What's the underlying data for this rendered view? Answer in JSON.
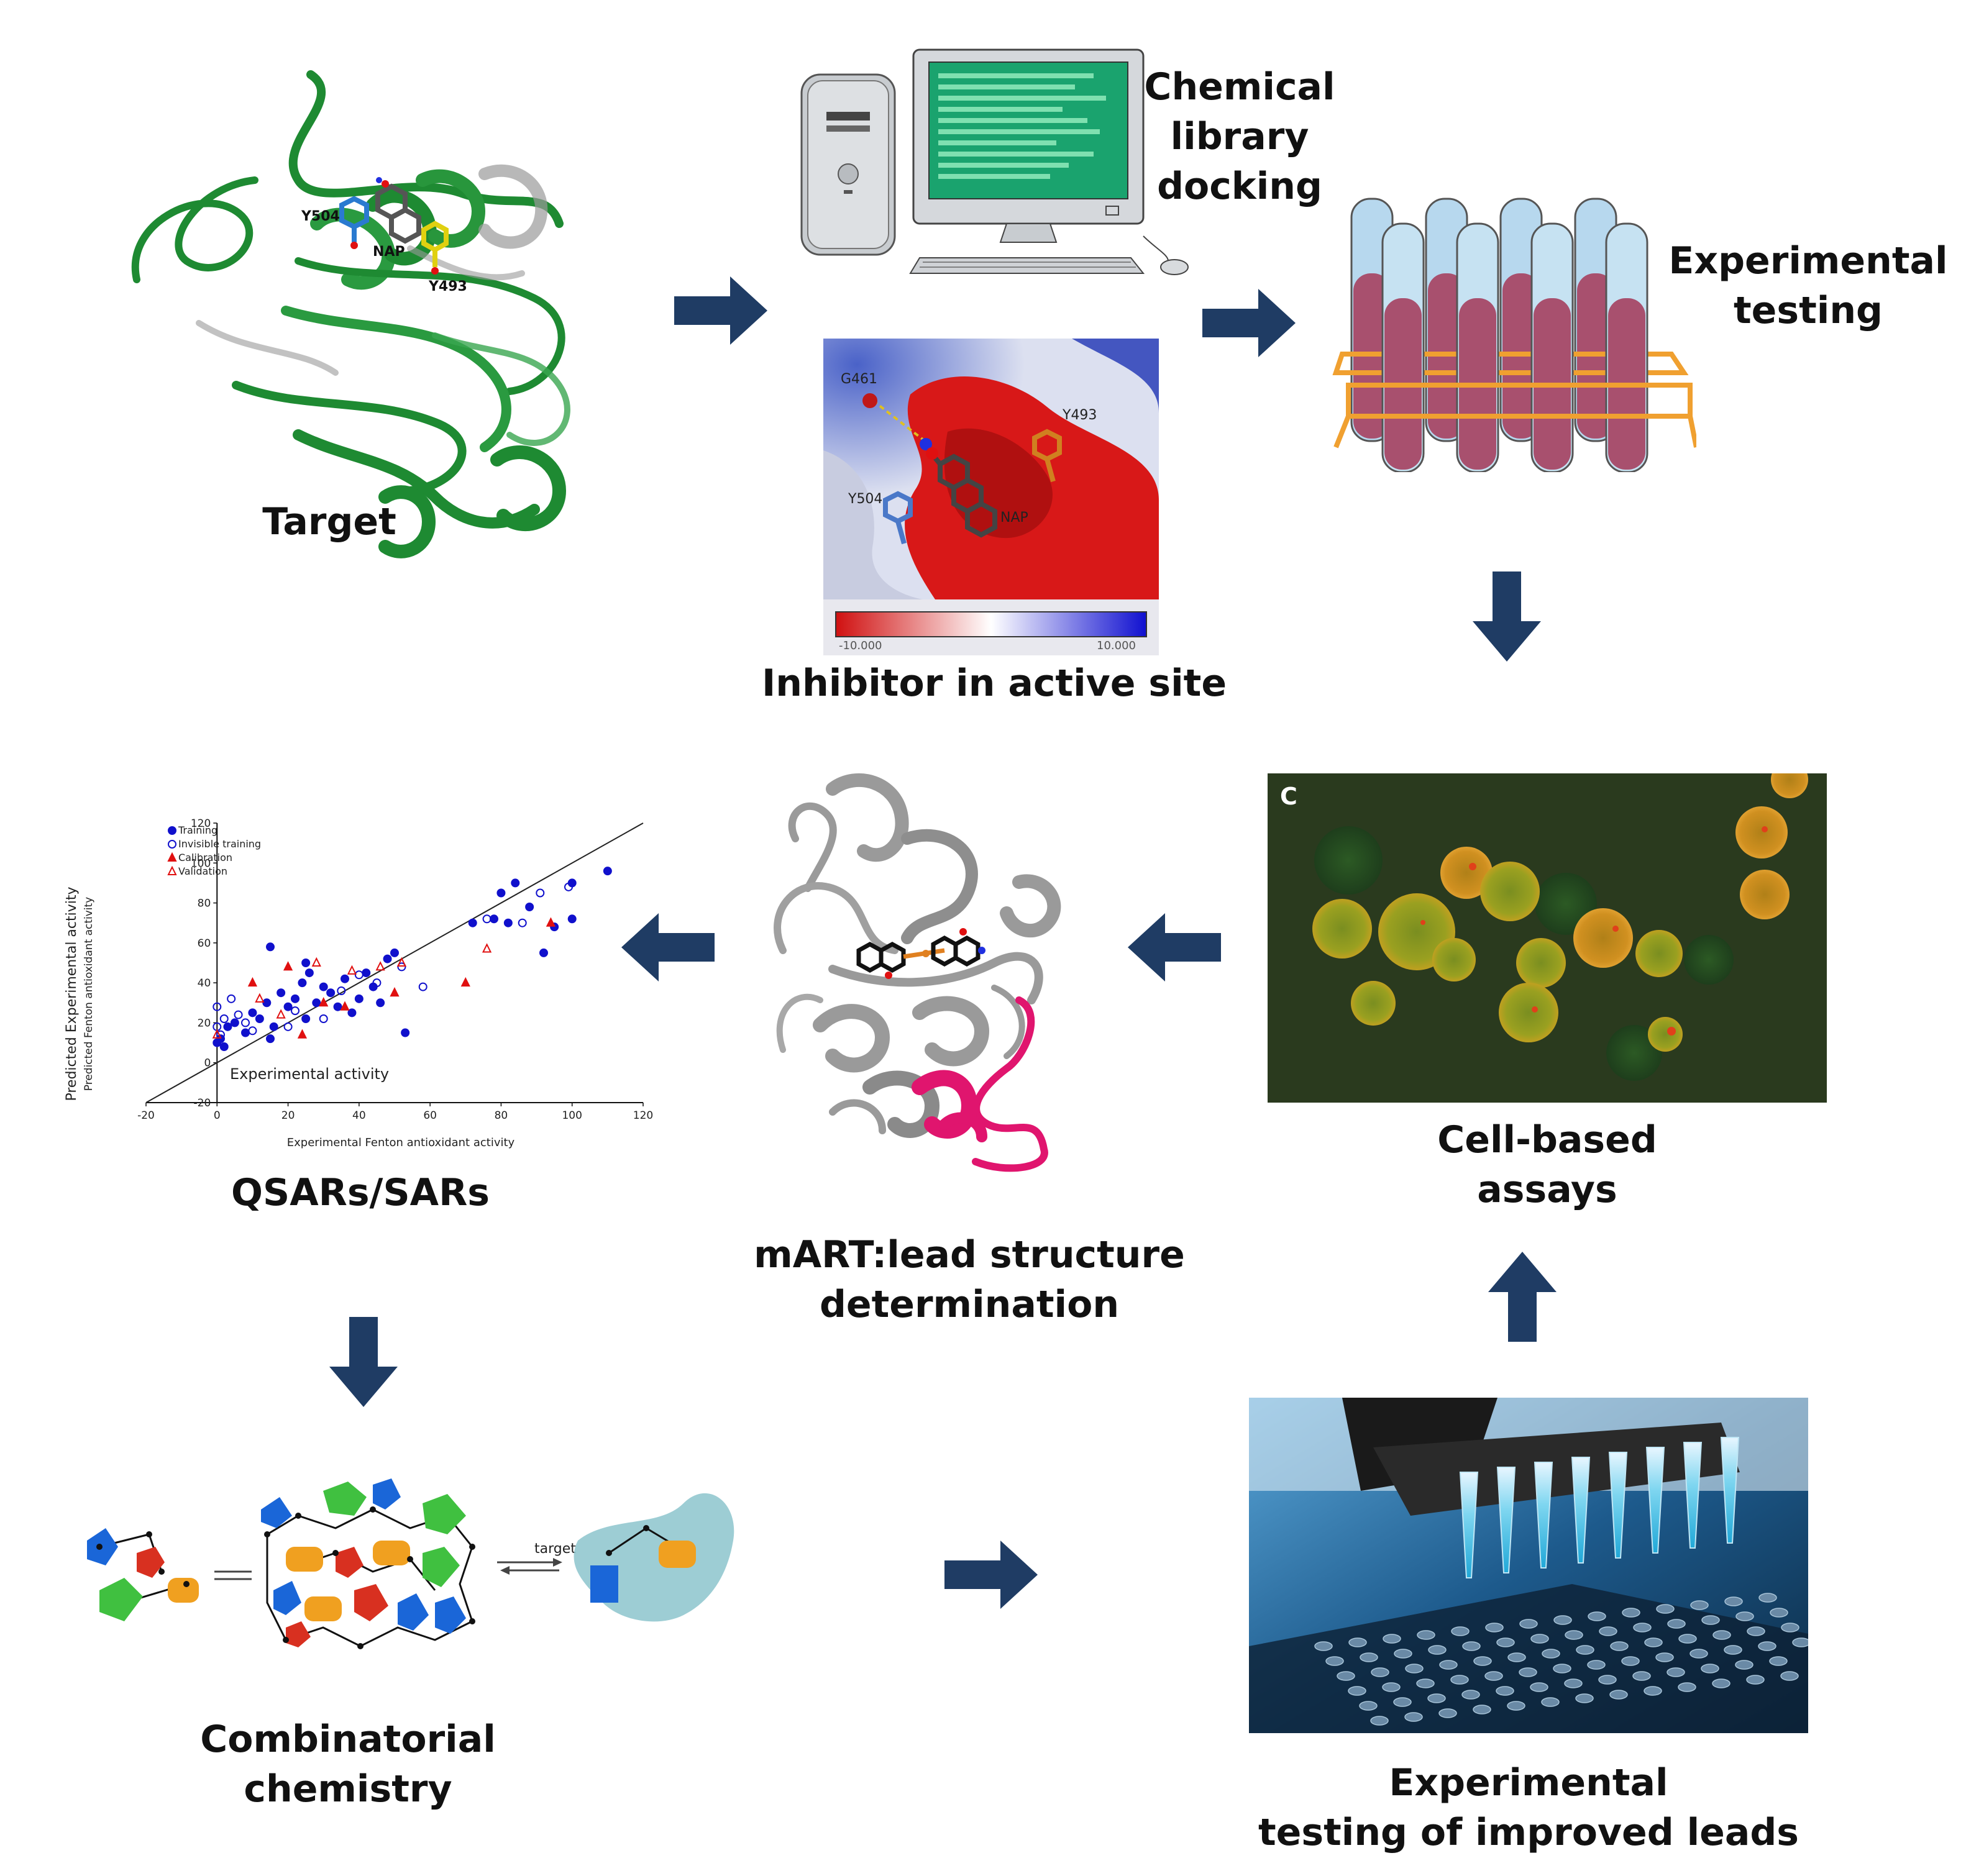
{
  "labels": {
    "target": "Target",
    "docking": [
      "Chemical",
      "library",
      "docking"
    ],
    "experimental_testing": [
      "Experimental",
      "testing"
    ],
    "inhibitor": "Inhibitor in active site",
    "cell_assays": [
      "Cell-based",
      "assays"
    ],
    "mart": [
      "mART:lead structure",
      "determination"
    ],
    "qsar": "QSARs/SARs",
    "combinatorial": [
      "Combinatorial",
      "chemistry"
    ],
    "improved_leads": [
      "Experimental",
      "testing of improved leads"
    ]
  },
  "protein_residues": {
    "y504": "Y504",
    "nap": "NAP",
    "y493": "Y493"
  },
  "active_site": {
    "g461": "G461",
    "y493": "Y493",
    "y504": "Y504",
    "nap": "NAP",
    "scale_min": "-10.000",
    "scale_max": "10.000"
  },
  "cell_panel_letter": "C",
  "combi_arrow_label": "target",
  "colors": {
    "arrow": "#1f3c64",
    "protein_green": "#1e8a32",
    "protein_gray": "#9a9a9a",
    "highlight_pink": "#e0156e",
    "tube_liquid": "#a8506e",
    "rack_orange": "#f0a030"
  },
  "chart_data": {
    "type": "scatter",
    "ylabel": "Predicted Experimental activity",
    "ylabel2": "Predicted Fenton antioxidant activity",
    "xlabel": "Experimental Fenton antioxidant activity",
    "overlay_label": "Experimental activity",
    "xlim": [
      -20,
      120
    ],
    "ylim": [
      -20,
      120
    ],
    "xticks": [
      -20,
      0,
      20,
      40,
      60,
      80,
      100,
      120
    ],
    "yticks": [
      -20,
      0,
      20,
      40,
      60,
      80,
      100,
      120
    ],
    "reference_line": [
      [
        -20,
        -20
      ],
      [
        120,
        120
      ]
    ],
    "legend_position": "top-left",
    "series": [
      {
        "name": "Training",
        "marker": "filled-circle",
        "color": "#1010cc",
        "points": [
          [
            0,
            10
          ],
          [
            1,
            12
          ],
          [
            2,
            8
          ],
          [
            3,
            18
          ],
          [
            5,
            20
          ],
          [
            8,
            15
          ],
          [
            10,
            25
          ],
          [
            12,
            22
          ],
          [
            14,
            30
          ],
          [
            15,
            12
          ],
          [
            16,
            18
          ],
          [
            18,
            35
          ],
          [
            20,
            28
          ],
          [
            22,
            32
          ],
          [
            24,
            40
          ],
          [
            25,
            22
          ],
          [
            26,
            45
          ],
          [
            28,
            30
          ],
          [
            30,
            38
          ],
          [
            32,
            35
          ],
          [
            34,
            28
          ],
          [
            36,
            42
          ],
          [
            38,
            25
          ],
          [
            40,
            32
          ],
          [
            42,
            45
          ],
          [
            44,
            38
          ],
          [
            46,
            30
          ],
          [
            48,
            52
          ],
          [
            50,
            55
          ],
          [
            53,
            15
          ],
          [
            72,
            70
          ],
          [
            78,
            72
          ],
          [
            80,
            85
          ],
          [
            82,
            70
          ],
          [
            84,
            90
          ],
          [
            88,
            78
          ],
          [
            92,
            55
          ],
          [
            95,
            68
          ],
          [
            100,
            90
          ],
          [
            100,
            72
          ],
          [
            110,
            96
          ],
          [
            15,
            58
          ],
          [
            25,
            50
          ]
        ]
      },
      {
        "name": "Invisible training",
        "marker": "open-circle",
        "color": "#1010cc",
        "points": [
          [
            0,
            28
          ],
          [
            0,
            18
          ],
          [
            1,
            14
          ],
          [
            2,
            22
          ],
          [
            4,
            32
          ],
          [
            6,
            24
          ],
          [
            8,
            20
          ],
          [
            10,
            16
          ],
          [
            20,
            18
          ],
          [
            22,
            26
          ],
          [
            30,
            22
          ],
          [
            35,
            36
          ],
          [
            40,
            44
          ],
          [
            45,
            40
          ],
          [
            52,
            48
          ],
          [
            58,
            38
          ],
          [
            76,
            72
          ],
          [
            86,
            70
          ],
          [
            91,
            85
          ],
          [
            99,
            88
          ]
        ]
      },
      {
        "name": "Calibration",
        "marker": "filled-triangle",
        "color": "#e01010",
        "points": [
          [
            10,
            40
          ],
          [
            20,
            48
          ],
          [
            24,
            14
          ],
          [
            30,
            30
          ],
          [
            36,
            28
          ],
          [
            50,
            35
          ],
          [
            70,
            40
          ],
          [
            94,
            70
          ]
        ]
      },
      {
        "name": "Validation",
        "marker": "open-triangle",
        "color": "#e01010",
        "points": [
          [
            0,
            14
          ],
          [
            12,
            32
          ],
          [
            18,
            24
          ],
          [
            28,
            50
          ],
          [
            38,
            46
          ],
          [
            46,
            48
          ],
          [
            52,
            50
          ],
          [
            76,
            57
          ]
        ]
      }
    ]
  }
}
